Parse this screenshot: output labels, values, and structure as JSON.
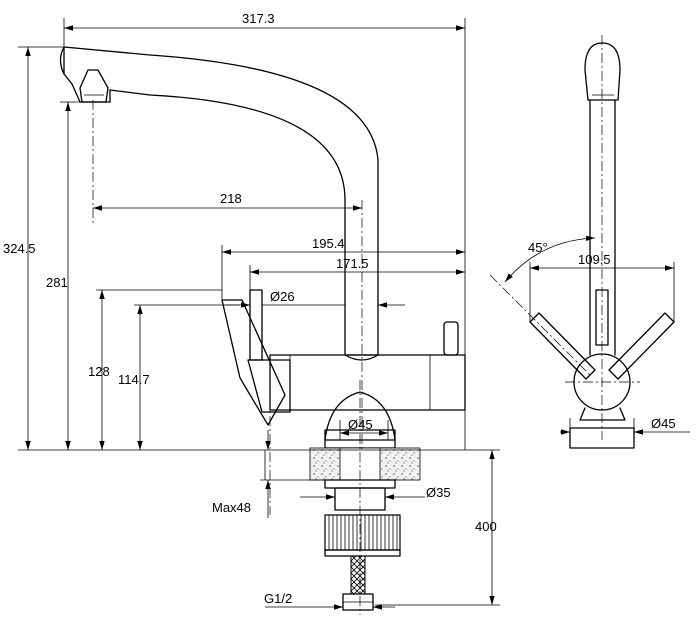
{
  "dimensions": {
    "overall_width": "317.3",
    "overall_height": "324.5",
    "spout_height": "281",
    "spout_reach": "218",
    "body_length_a": "195.4",
    "body_length_b": "171.5",
    "handle_diameter": "Ø26",
    "lever_height_a": "128",
    "lever_height_b": "114.7",
    "base_diameter": "Ø45",
    "shank_diameter": "Ø35",
    "max_worktop": "Max48",
    "hose_length": "400",
    "thread": "G1/2",
    "lever_angle": "45°",
    "lever_span": "109.5",
    "side_base_diameter": "Ø45"
  }
}
